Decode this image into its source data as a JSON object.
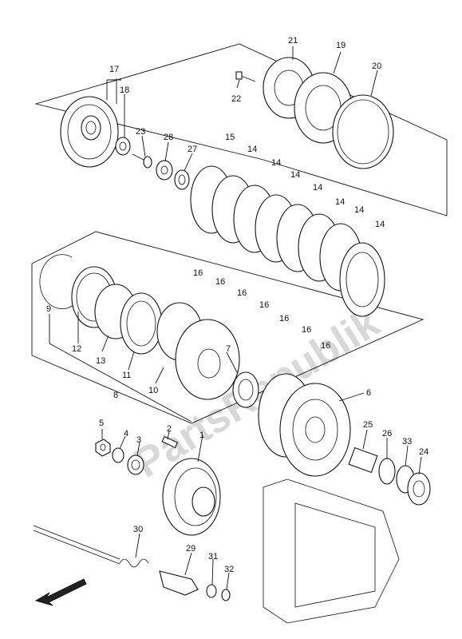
{
  "watermark": "PartsRepublik",
  "callouts": [
    {
      "id": "1",
      "text": "1"
    },
    {
      "id": "2",
      "text": "2"
    },
    {
      "id": "3",
      "text": "3"
    },
    {
      "id": "4",
      "text": "4"
    },
    {
      "id": "5",
      "text": "5"
    },
    {
      "id": "6",
      "text": "6"
    },
    {
      "id": "7",
      "text": "7"
    },
    {
      "id": "8",
      "text": "8"
    },
    {
      "id": "9",
      "text": "9"
    },
    {
      "id": "10",
      "text": "10"
    },
    {
      "id": "11",
      "text": "11"
    },
    {
      "id": "12",
      "text": "12"
    },
    {
      "id": "13",
      "text": "13"
    },
    {
      "id": "14",
      "text": "14"
    },
    {
      "id": "15",
      "text": "15"
    },
    {
      "id": "16",
      "text": "16"
    },
    {
      "id": "17",
      "text": "17"
    },
    {
      "id": "18",
      "text": "18"
    },
    {
      "id": "19",
      "text": "19"
    },
    {
      "id": "20",
      "text": "20"
    },
    {
      "id": "21",
      "text": "21"
    },
    {
      "id": "22",
      "text": "22"
    },
    {
      "id": "23",
      "text": "23"
    },
    {
      "id": "24",
      "text": "24"
    },
    {
      "id": "25",
      "text": "25"
    },
    {
      "id": "26",
      "text": "26"
    },
    {
      "id": "27",
      "text": "27"
    },
    {
      "id": "28",
      "text": "28"
    },
    {
      "id": "29",
      "text": "29"
    },
    {
      "id": "30",
      "text": "30"
    },
    {
      "id": "31",
      "text": "31"
    },
    {
      "id": "32",
      "text": "32"
    },
    {
      "id": "33",
      "text": "33"
    }
  ]
}
